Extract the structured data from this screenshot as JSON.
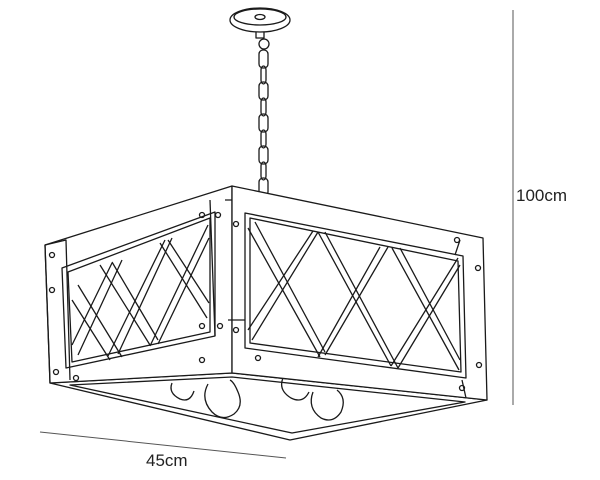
{
  "drawing": {
    "subject": "pendant-lamp",
    "dimensions": {
      "height": "100cm",
      "width": "45cm"
    },
    "colors": {
      "line": "#1a1a1a",
      "background": "#ffffff"
    }
  }
}
